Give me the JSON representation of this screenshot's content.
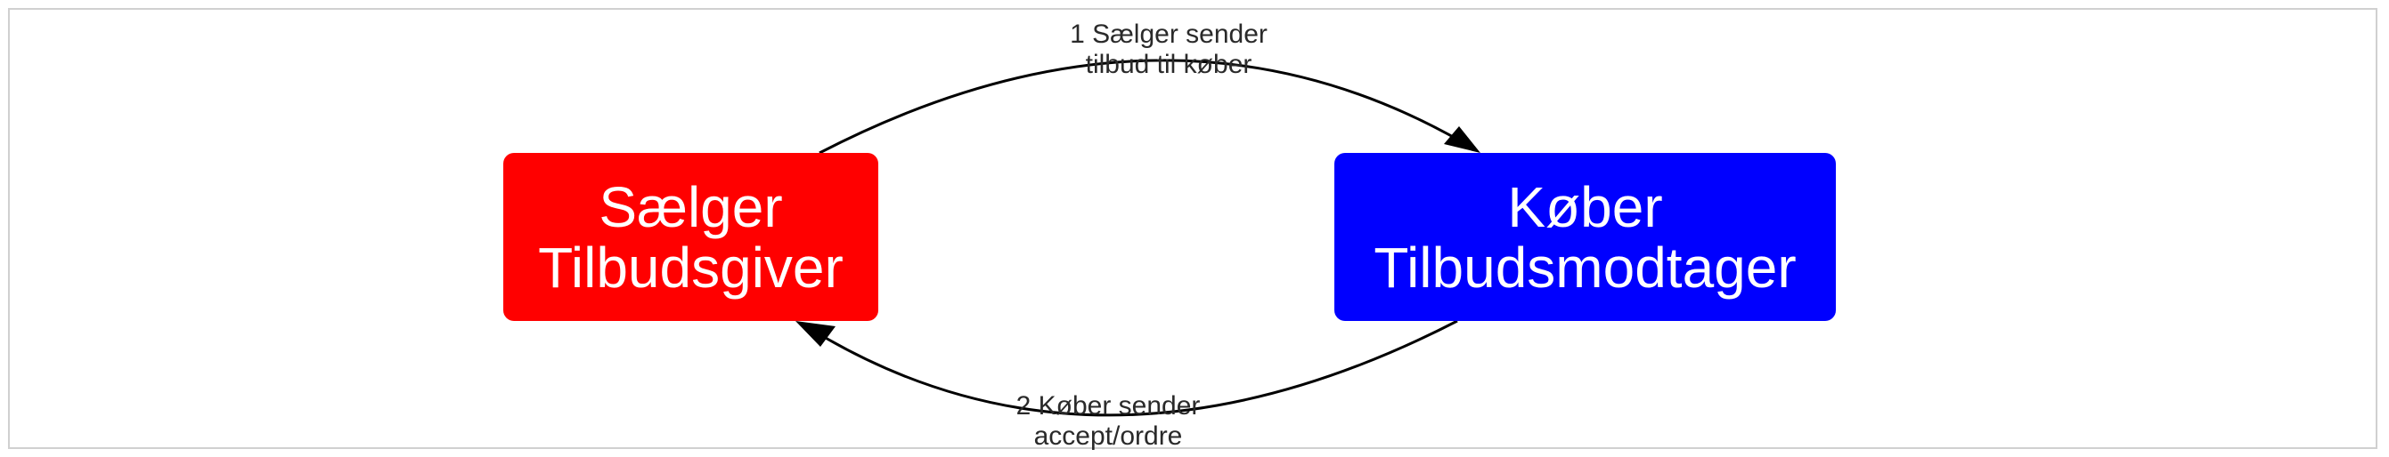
{
  "diagram": {
    "nodes": {
      "seller": {
        "line1": "Sælger",
        "line2": "Tilbudsgiver",
        "color": "#ff0000"
      },
      "buyer": {
        "line1": "Køber",
        "line2": "Tilbudsmodtager",
        "color": "#0000ff"
      }
    },
    "edges": {
      "offer": {
        "line1": "1 Sælger sender",
        "line2": "tilbud til køber",
        "from": "seller",
        "to": "buyer"
      },
      "order": {
        "line1": "2 Køber sender",
        "line2": "accept/ordre",
        "from": "buyer",
        "to": "seller"
      }
    }
  }
}
